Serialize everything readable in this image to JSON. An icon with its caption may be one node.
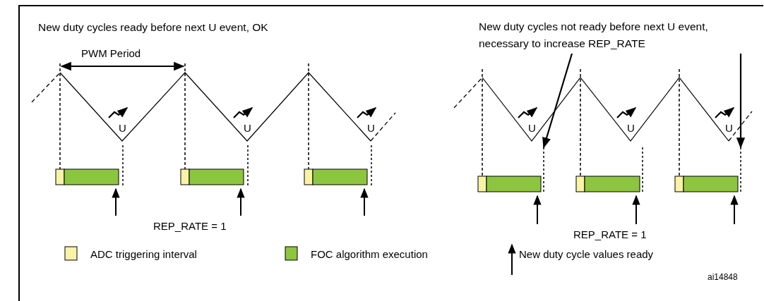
{
  "diagram": {
    "nodes": [
      {
        "text": [
          "New duty cycles not ready before next U event, necessary to increase REP_RATE"
        ]
      },
      {
        "text": [],
        "shape": "line"
      },
      {
        "text": [],
        "shape": "line"
      }
    ],
    "edges": [
      {
        "from": 0,
        "to": 1,
        "arrow": "to"
      },
      {
        "from": 0,
        "to": 2,
        "arrow": "to"
      }
    ],
    "labels": [
      "New duty cycles ready before next U event, OK",
      "PWM Period",
      "U",
      "U",
      "U",
      "U",
      "U",
      "U",
      "REP_RATE = 1",
      "REP_RATE = 1",
      "ai14848"
    ],
    "legend": [
      {
        "text": "ADC triggering interval",
        "color": "#f8f3a6"
      },
      {
        "text": "FOC algorithm execution",
        "color": "#8cc63f"
      },
      {
        "text": "New duty cycle values ready"
      }
    ]
  }
}
